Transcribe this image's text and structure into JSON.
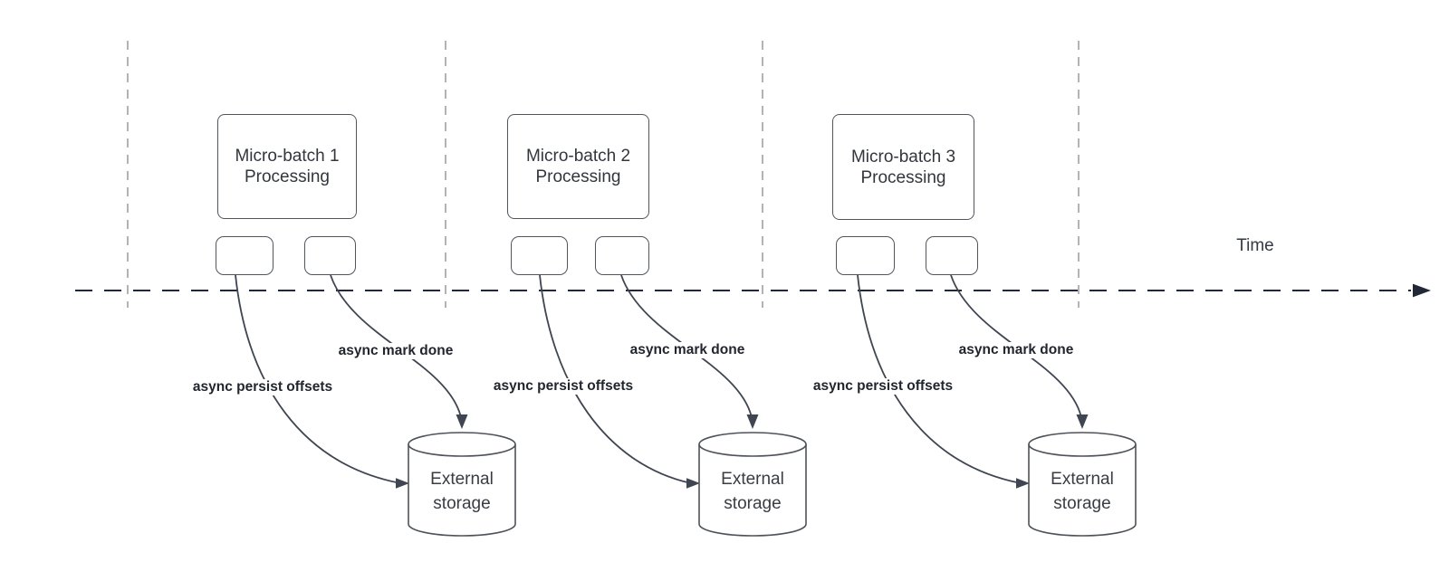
{
  "timeline": {
    "label": "Time"
  },
  "batches": [
    {
      "name": "micro-batch-1",
      "box_label": "Micro-batch 1\nProcessing",
      "persist_label": "async persist offsets",
      "done_label": "async mark done",
      "storage_label": "External\nstorage"
    },
    {
      "name": "micro-batch-2",
      "box_label": "Micro-batch 2\nProcessing",
      "persist_label": "async persist offsets",
      "done_label": "async mark done",
      "storage_label": "External\nstorage"
    },
    {
      "name": "micro-batch-3",
      "box_label": "Micro-batch 3\nProcessing",
      "persist_label": "async persist offsets",
      "done_label": "async mark done",
      "storage_label": "External\nstorage"
    }
  ],
  "colors": {
    "background": "#ffffff",
    "shape_border": "#51565c",
    "connector_line": "#3f4651",
    "timeline_line": "#222835",
    "lane_divider": "#b3b3b3",
    "shape_text": "#33363d",
    "edge_label_text": "#21262e"
  }
}
